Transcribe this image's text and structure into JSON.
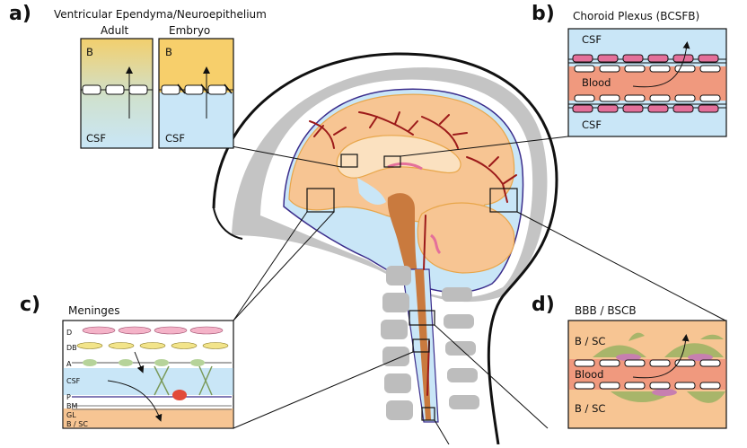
{
  "panel_a": {
    "letter": "a)",
    "title": "Ventricular Ependyma/Neuroepithelium",
    "adult_label": "Adult",
    "embryo_label": "Embryo",
    "adult_b": "B",
    "adult_csf": "CSF",
    "embryo_b": "B",
    "embryo_csf": "CSF"
  },
  "panel_b": {
    "letter": "b)",
    "title": "Choroid Plexus (BCSFB)",
    "csf_top": "CSF",
    "blood": "Blood",
    "csf_bottom": "CSF"
  },
  "panel_c": {
    "letter": "c)",
    "title": "Meninges",
    "layers": [
      "D",
      "DB",
      "A",
      "CSF",
      "P",
      "BM",
      "GL",
      "B / SC"
    ]
  },
  "panel_d": {
    "letter": "d)",
    "title": "BBB / BSCB",
    "top_label": "B / SC",
    "blood": "Blood",
    "bottom_label": "B / SC"
  },
  "colors": {
    "brain": "#f7c593",
    "csf": "#c9e6f7",
    "blood": "#f0997e",
    "vessel": "#9c1a1a",
    "cord": "#c97a3e",
    "bone": "#bdbdbd",
    "pink_cell": "#e4709a",
    "glia": "#a8b56a"
  }
}
